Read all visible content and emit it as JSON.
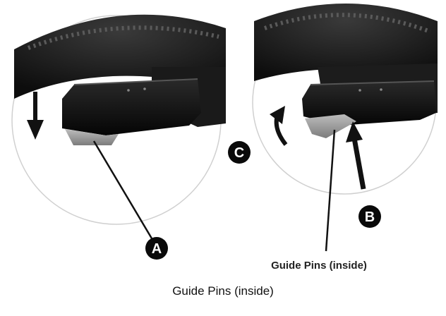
{
  "figure": {
    "labels": {
      "a": "A",
      "b": "B",
      "c": "C"
    },
    "inner_caption": "Guide Pins (inside)",
    "caption": "Guide Pins (inside)"
  }
}
